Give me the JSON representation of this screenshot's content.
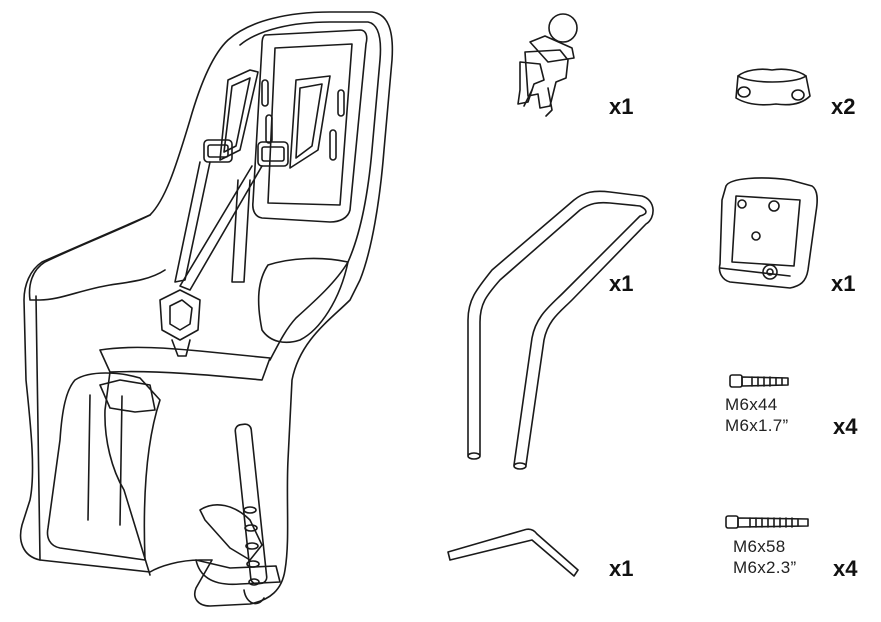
{
  "parts": {
    "keys": {
      "qty": "x1"
    },
    "clamp": {
      "qty": "x2"
    },
    "handlebar": {
      "qty": "x1"
    },
    "mount_bracket": {
      "qty": "x1"
    },
    "bolt_short": {
      "qty": "x4",
      "spec_metric": "M6x44",
      "spec_imperial": "M6x1.7”"
    },
    "bolt_long": {
      "qty": "x4",
      "spec_metric": "M6x58",
      "spec_imperial": "M6x2.3”"
    },
    "hex_key": {
      "qty": "x1"
    }
  }
}
